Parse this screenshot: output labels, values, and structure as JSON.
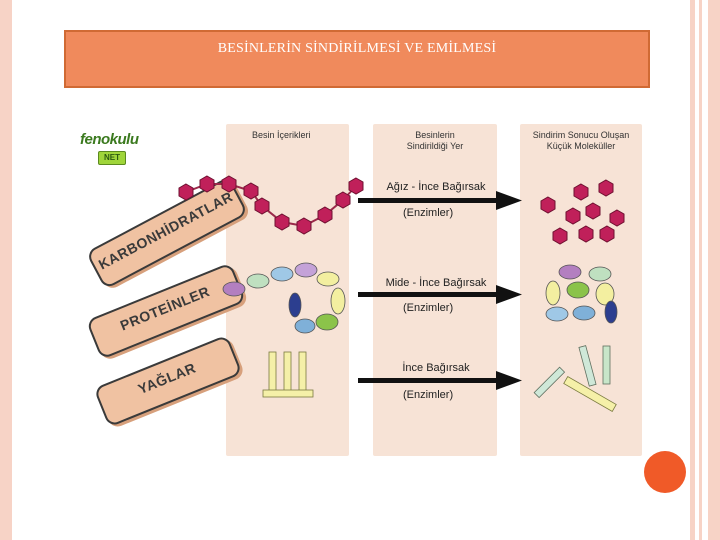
{
  "slide": {
    "title": "BESİNLERİN SİNDİRİLMESİ VE EMİLMESİ",
    "accent_color": "#f08a5c",
    "circle_color": "#f05a28"
  },
  "logo": {
    "name": "fenokulu",
    "badge": "NET"
  },
  "columns": [
    {
      "heading": "Besin İçerikleri"
    },
    {
      "heading": "Besinlerin\nSindirildiği Yer"
    },
    {
      "heading": "Sindirim Sonucu Oluşan\nKüçük Moleküller"
    }
  ],
  "rows": [
    {
      "nutrient": "KARBONHİDRATLAR",
      "route": "Ağız - İnce Bağırsak",
      "enzyme": "(Enzimler)"
    },
    {
      "nutrient": "PROTEİNLER",
      "route": "Mide - İnce Bağırsak",
      "enzyme": "(Enzimler)"
    },
    {
      "nutrient": "YAĞLAR",
      "route": "İnce Bağırsak",
      "enzyme": "(Enzimler)"
    }
  ]
}
